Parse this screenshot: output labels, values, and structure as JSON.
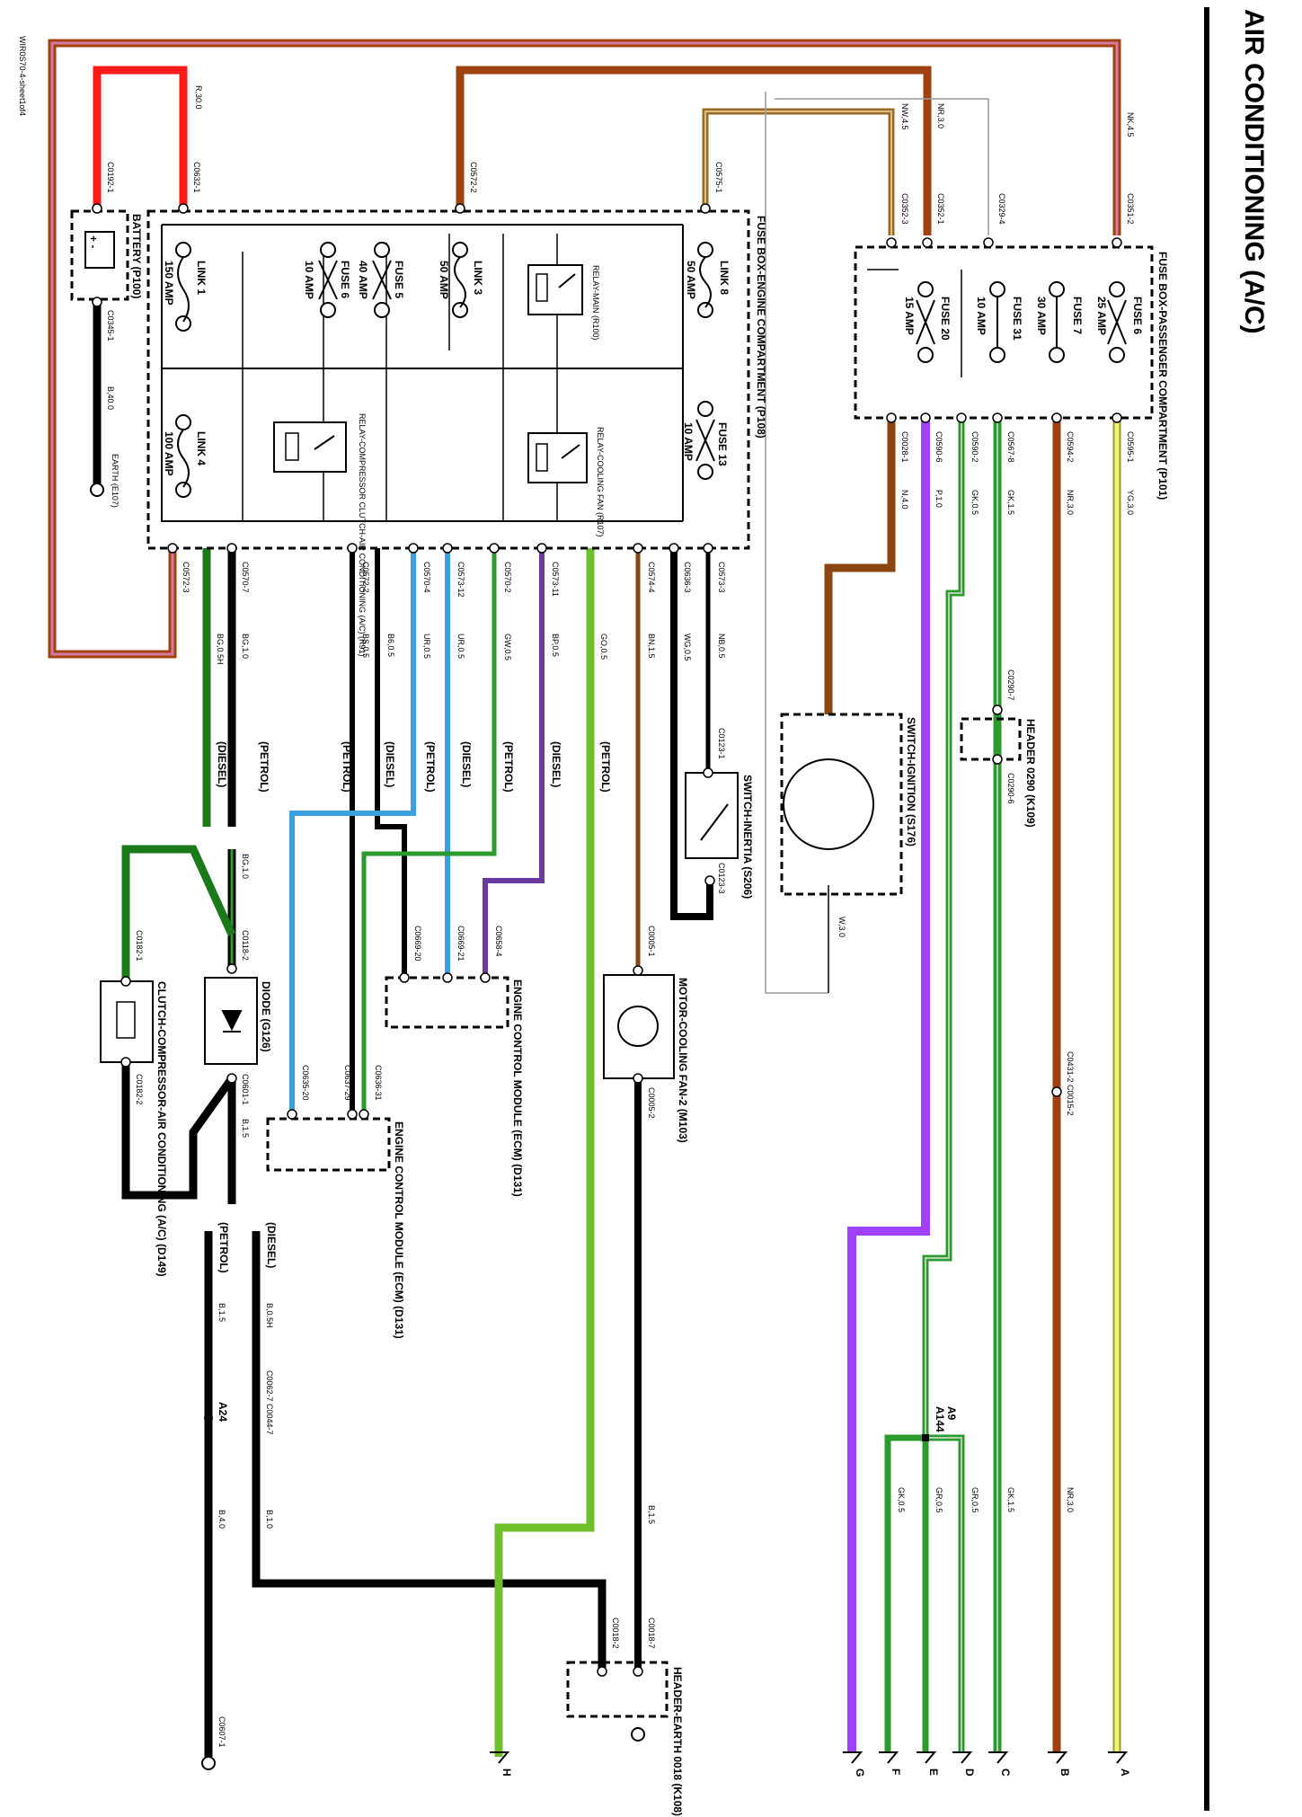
{
  "title": "AIR CONDITIONING (A/C)",
  "sheet_ref": "WIR0S70-4-sheet1of4",
  "colors": {
    "red": "#ff1a1a",
    "brown": "#a0420f",
    "tan": "#9b6a2a",
    "pink": "#d87aa0",
    "black": "#000000",
    "green": "#2c9a2c",
    "light_green": "#6fbf2a",
    "blue": "#3aa0e0",
    "purple": "#a040ff",
    "violet": "#6a3aa0",
    "yellow": "#e8f060",
    "grey": "#999999"
  },
  "components": {
    "battery": "BATTERY (P100)",
    "battery_terminals": "+     -",
    "fuse_box_engine": "FUSE BOX-ENGINE COMPARTMENT (P108)",
    "fuse_box_passenger": "FUSE BOX-PASSENGER COMPARTMENT (P101)",
    "relay_main": "RELAY-MAIN (R100)",
    "relay_clutch": "RELAY-COMPRESSOR CLUTCH-AIR CONDITIONING (A/C) (R91)",
    "relay_cooling": "RELAY-COOLING FAN (R107)",
    "switch_inertia": "SWITCH-INERTIA (S206)",
    "switch_ignition": "SWITCH-IGNITION (S176)",
    "header_k109": "HEADER 0290 (K109)",
    "diode": "DIODE (G126)",
    "clutch": "CLUTCH-COMPRESSOR-AIR CONDITIONING (A/C) (D149)",
    "ecm_1": "ENGINE CONTROL MODULE (ECM) (D131)",
    "ecm_2": "ENGINE CONTROL MODULE (ECM) (D131)",
    "fan_motor": "MOTOR-COOLING FAN-2 (M103)",
    "header_earth": "HEADER-EARTH 0018 (K108)",
    "earth_e107": "EARTH (E107)"
  },
  "fuses": {
    "link1": "LINK 1",
    "link1_amp": "150 AMP",
    "link4": "LINK 4",
    "link4_amp": "100 AMP",
    "fuse5": "FUSE 5",
    "fuse5_amp": "40 AMP",
    "fuse6": "FUSE 6",
    "fuse6_amp": "10 AMP",
    "link3": "LINK 3",
    "link3_amp": "50 AMP",
    "link8": "LINK 8",
    "link8_amp": "50 AMP",
    "fuse13": "FUSE 13",
    "fuse13_amp": "10 AMP",
    "pfuse6": "FUSE 6",
    "pfuse6_amp": "25 AMP",
    "pfuse7": "FUSE 7",
    "pfuse7_amp": "30 AMP",
    "pfuse31": "FUSE 31",
    "pfuse31_amp": "10 AMP",
    "pfuse20": "FUSE 20",
    "pfuse20_amp": "15 AMP"
  },
  "variants": {
    "petrol": "(PETROL)",
    "diesel": "(DIESEL)"
  },
  "connectors": {
    "c0192_1": "C0192-1",
    "c0632_1": "C0632-1",
    "c0572_2": "C0572-2",
    "c0575_1": "C0575-1",
    "c0345_1": "C0345-1",
    "c0572_3": "C0572-3",
    "c0570_7": "C0570-7",
    "c0572_2b": "C0572-2",
    "c0570_4": "C0570-4",
    "c0573_12": "C0573-12",
    "c0570_2": "C0570-2",
    "c0573_11": "C0573-11",
    "c0574_4": "C0574-4",
    "c0636_3": "C0636-3",
    "c0573_3": "C0573-3",
    "c0123_1": "C0123-1",
    "c0123_3": "C0123-3",
    "c0351_2": "C0351-2",
    "c0352_3": "C0352-3",
    "c0352_1": "C0352-1",
    "c0329_4": "C0329-4",
    "c0595_1": "C0595-1",
    "c0594_2": "C0594-2",
    "c0567_8": "C0567-8",
    "c0590_2": "C0590-2",
    "c0590_6": "C0590-6",
    "c0028_1": "C0028-1",
    "c0290_7": "C0290-7",
    "c0290_6": "C0290-6",
    "c0118_2": "C0118-2",
    "c0182_1": "C0182-1",
    "c0182_2": "C0182-2",
    "c0601_1": "C0601-1",
    "c0669_20": "C0669-20",
    "c0669_21": "C0669-21",
    "c0658_4": "C0658-4",
    "c0005_1": "C0005-1",
    "c0005_2": "C0005-2",
    "c0635_20": "C0635-20",
    "c0637_29": "C0637-29",
    "c0636_31": "C0636-31",
    "c0431_2": "C0431-2 C0015-2",
    "c0062_7": "C0062-7 C0044-7",
    "c0018_2": "C0018-2",
    "c0018_7": "C0018-7",
    "c0607_1": "C0607-1"
  },
  "wires": {
    "r30": "R,30.0",
    "nk45": "NK,4.5",
    "nr30": "NR,3.0",
    "nw45": "NW,4.5",
    "b40": "B,40.0",
    "bg10": "BG,1.0",
    "bg05h": "BG,0.5H",
    "bs05": "BS,0.5",
    "b605": "B6,0.5",
    "ur05": "UR,0.5",
    "ur05b": "UR,0.5",
    "gw05": "GW,0.5",
    "bp05": "BP,0.5",
    "go05": "GO,0.5",
    "bn15": "BN,1.5",
    "wg05": "WG,0.5",
    "nb05": "NB,0.5",
    "yg30": "YG,3.0",
    "nr30b": "NR,3.0",
    "gk15": "GK,1.5",
    "gk05": "GK,0.5",
    "p10": "P,1.0",
    "n40": "N,4.0",
    "w30": "W,3.0",
    "bg10b": "BG,1.0",
    "b15": "B,1.5",
    "b05h": "B,0.5H",
    "b15b": "B,1.5",
    "b40b": "B,4.0",
    "b10": "B,1.0",
    "b15c": "B,1.5",
    "nr30c": "NR,3.0",
    "gk15b": "GK,1.5",
    "gr05": "GR,0.5",
    "gr05b": "GR,0.5",
    "gk05b": "GK,0.5"
  },
  "splices": {
    "a9": "A9",
    "a144": "A144",
    "a24": "A24"
  },
  "outputs": [
    "A",
    "B",
    "C",
    "D",
    "E",
    "F",
    "G",
    "H"
  ]
}
